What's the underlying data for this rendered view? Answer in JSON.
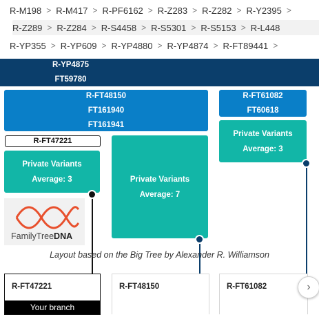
{
  "breadcrumbs": [
    [
      "R-M198",
      "R-M417",
      "R-PF6162",
      "R-Z283",
      "R-Z282",
      "R-Y2395"
    ],
    [
      "R-Z289",
      "R-Z284",
      "R-S4458",
      "R-S5301",
      "R-S5153",
      "R-L448"
    ],
    [
      "R-YP355",
      "R-YP609",
      "R-YP4880",
      "R-YP4874",
      "R-FT89441"
    ]
  ],
  "breadcrumb_separator": ">",
  "top_node": {
    "lines": [
      "R-YP4875",
      "FT59780"
    ]
  },
  "nodes": {
    "left": {
      "lines": [
        "R-FT48150",
        "FT161940",
        "FT161941"
      ]
    },
    "right": {
      "lines": [
        "R-FT61082",
        "FT60618"
      ]
    }
  },
  "outlined_branch": "R-FT47221",
  "private_variants": [
    {
      "title": "Private Variants",
      "average": "Average: 3"
    },
    {
      "title": "Private Variants",
      "average": "Average: 7"
    },
    {
      "title": "Private Variants",
      "average": "Average: 3"
    }
  ],
  "logo": {
    "text_plain": "FamilyTree",
    "text_bold": "DNA"
  },
  "caption": "Layout based on the Big Tree by Alexander R. Williamson",
  "cards": [
    {
      "label": "R-FT47221",
      "footer": "Your branch"
    },
    {
      "label": "R-FT48150"
    },
    {
      "label": "R-FT61082"
    }
  ],
  "icons": {
    "next": "chevron-right-icon",
    "separator": "chevron-right-icon"
  },
  "colors": {
    "dark_navy": "#0b3e6b",
    "blue": "#0a7fc8",
    "teal": "#12b6a7",
    "logo_red": "#e8502d"
  }
}
